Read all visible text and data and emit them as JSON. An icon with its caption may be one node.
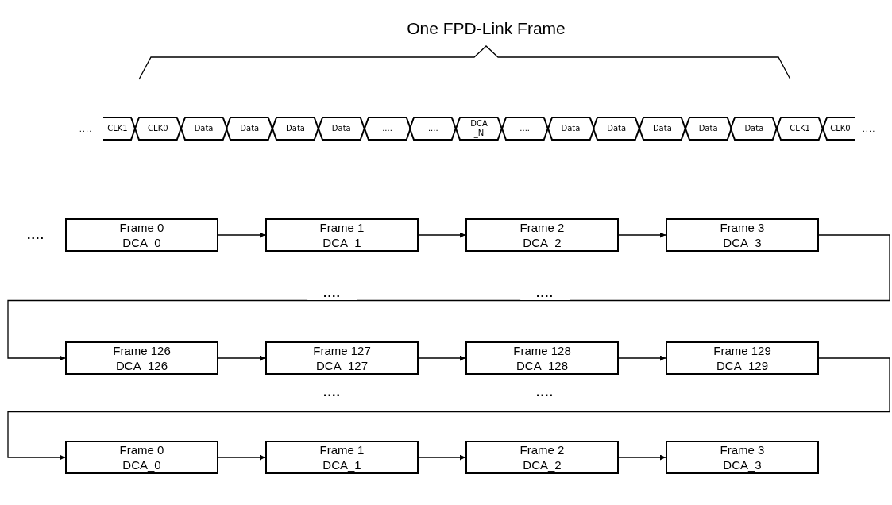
{
  "diagram": {
    "title": "One FPD-Link Frame",
    "nodes": [
      {
        "text": [
          "CLK1"
        ]
      },
      {
        "text": [
          "CLK0"
        ]
      },
      {
        "text": [
          "Data"
        ]
      },
      {
        "text": [
          "Data"
        ]
      },
      {
        "text": [
          "Data"
        ]
      },
      {
        "text": [
          "Data"
        ]
      },
      {
        "text": [
          "...."
        ]
      },
      {
        "text": [
          "...."
        ]
      },
      {
        "text": [
          "DCA _N"
        ]
      },
      {
        "text": [
          "...."
        ]
      },
      {
        "text": [
          "Data"
        ]
      },
      {
        "text": [
          "Data"
        ]
      },
      {
        "text": [
          "Data"
        ]
      },
      {
        "text": [
          "Data"
        ]
      },
      {
        "text": [
          "Data"
        ]
      },
      {
        "text": [
          "CLK1"
        ]
      },
      {
        "text": [
          "CLK0"
        ]
      },
      {
        "text": [
          "Frame 0",
          "DCA_0"
        ]
      },
      {
        "text": [
          "Frame 1",
          "DCA_1"
        ]
      },
      {
        "text": [
          "Frame 2",
          "DCA_2"
        ]
      },
      {
        "text": [
          "Frame 3",
          "DCA_3"
        ]
      },
      {
        "text": [
          "Frame 126",
          "DCA_126"
        ]
      },
      {
        "text": [
          "Frame 127",
          "DCA_127"
        ]
      },
      {
        "text": [
          "Frame 128",
          "DCA_128"
        ]
      },
      {
        "text": [
          "Frame 129",
          "DCA_129"
        ]
      },
      {
        "text": [
          "Frame 0",
          "DCA_0"
        ]
      },
      {
        "text": [
          "Frame 1",
          "DCA_1"
        ]
      },
      {
        "text": [
          "Frame 2",
          "DCA_2"
        ]
      },
      {
        "text": [
          "Frame 3",
          "DCA_3"
        ]
      }
    ],
    "edges": [
      {
        "from": 17,
        "to": 18,
        "arrow": "to"
      },
      {
        "from": 18,
        "to": 19,
        "arrow": "to"
      },
      {
        "from": 19,
        "to": 20,
        "arrow": "to"
      },
      {
        "from": 20,
        "to": 21,
        "arrow": "to"
      },
      {
        "from": 21,
        "to": 22,
        "arrow": "to"
      },
      {
        "from": 22,
        "to": 23,
        "arrow": "to"
      },
      {
        "from": 23,
        "to": 24,
        "arrow": "to"
      },
      {
        "from": 24,
        "to": 25,
        "arrow": "to"
      },
      {
        "from": 25,
        "to": 26,
        "arrow": "to"
      },
      {
        "from": 26,
        "to": 27,
        "arrow": "to"
      },
      {
        "from": 27,
        "to": 28,
        "arrow": "to"
      }
    ],
    "labels": [
      "....",
      "....",
      "....",
      "....",
      "....",
      "....",
      "...."
    ]
  }
}
